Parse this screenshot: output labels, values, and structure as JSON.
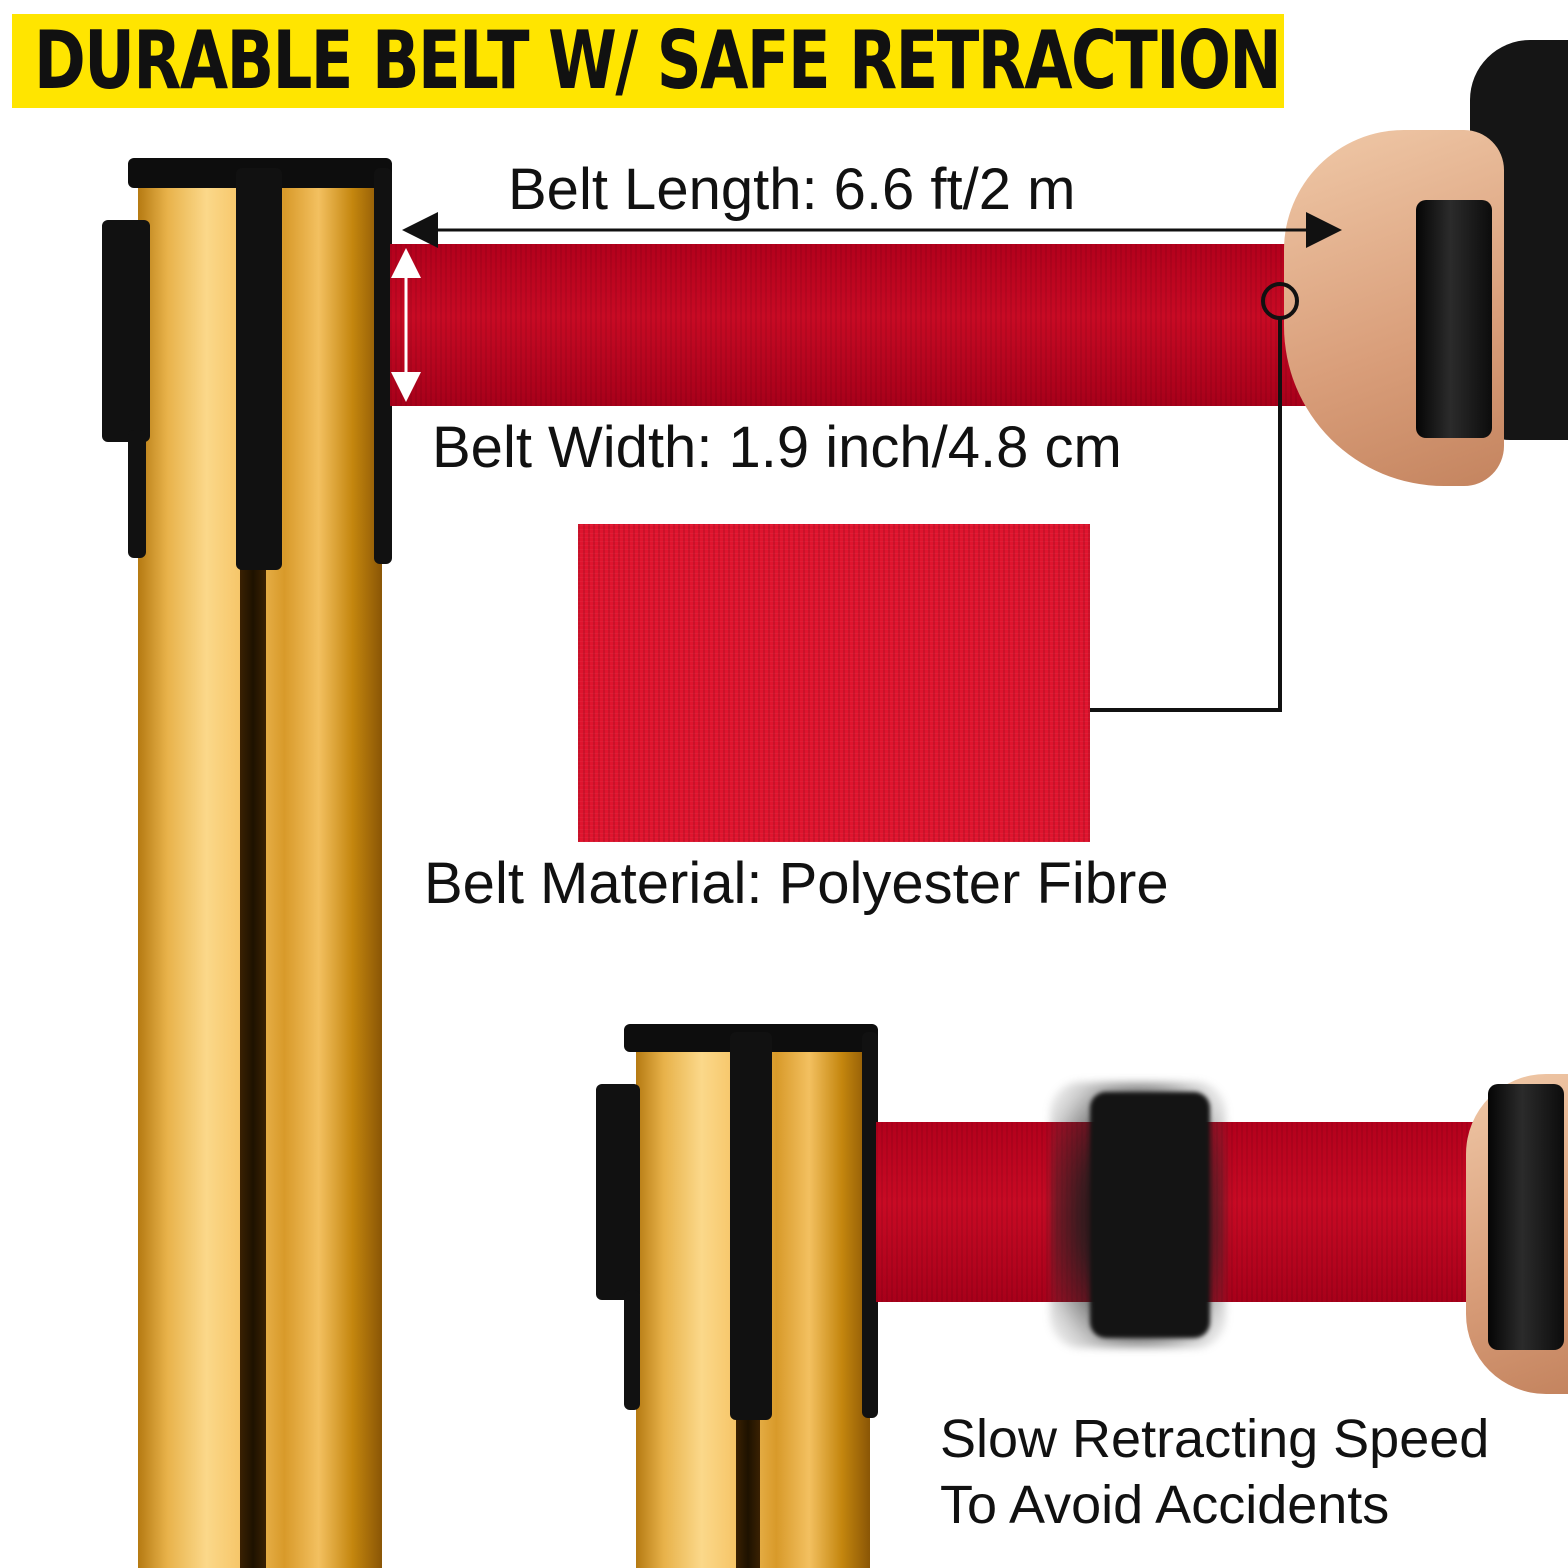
{
  "banner": {
    "title": "DURABLE BELT W/ SAFE RETRACTION",
    "color": "#ffe500"
  },
  "specs": {
    "length": "Belt Length: 6.6 ft/2 m",
    "width": "Belt Width: 1.9 inch/4.8 cm",
    "material": "Belt Material: Polyester Fibre"
  },
  "feature": {
    "line1": "Slow Retracting Speed",
    "line2": "To Avoid Accidents"
  },
  "colors": {
    "belt": "#c80a24",
    "pole": "#e8b24a",
    "cap": "#0d0d0d"
  }
}
